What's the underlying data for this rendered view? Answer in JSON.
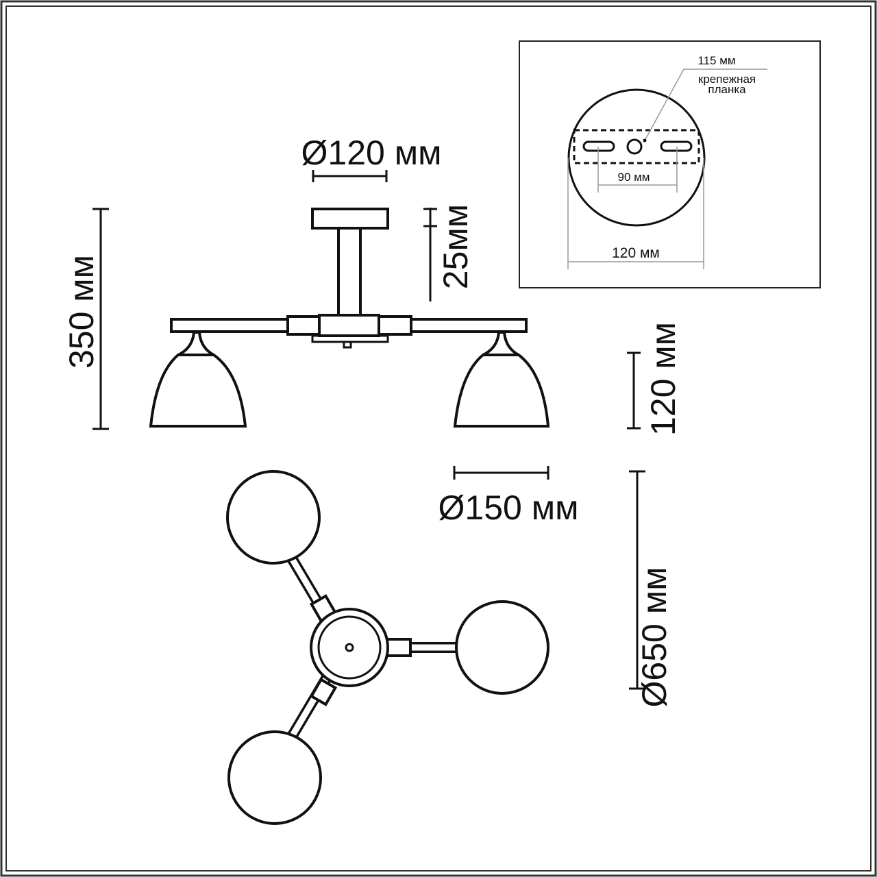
{
  "side_view": {
    "canopy_diameter": "Ø120 мм",
    "height": "350 мм",
    "canopy_height": "25мм",
    "shade_height": "120 мм"
  },
  "top_view": {
    "shade_diameter": "Ø150 мм",
    "overall_diameter": "Ø650 мм"
  },
  "mount_inset": {
    "plate_length": "115 мм",
    "plate_label_line1": "крепежная",
    "plate_label_line2": "планка",
    "hole_spacing": "90 мм",
    "canopy_width": "120 мм"
  }
}
